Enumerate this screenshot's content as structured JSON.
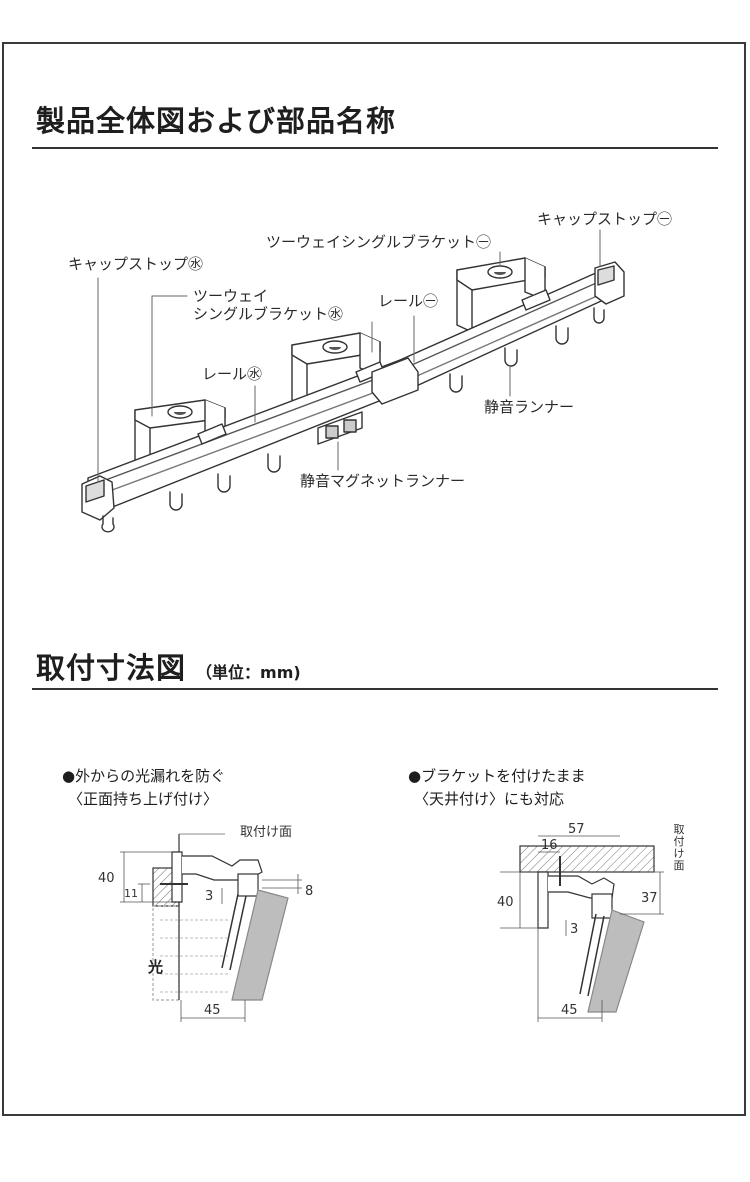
{
  "section1": {
    "title": "製品全体図および部品名称"
  },
  "parts": {
    "cap_stop_small": "キャップストップ㊀",
    "two_way_bracket_small": "ツーウェイシングルブラケット㊀",
    "cap_stop_large": "キャップストップ㊌",
    "two_way_bracket_large_line1": "ツーウェイ",
    "two_way_bracket_large_line2": "シングルブラケット㊌",
    "rail_small": "レール㊀",
    "rail_large": "レール㊌",
    "silent_runner": "静音ランナー",
    "silent_magnet_runner": "静音マグネットランナー"
  },
  "section2": {
    "title": "取付寸法図",
    "unit_note": "（単位：mm)"
  },
  "diagram_front": {
    "bullet_line1": "●外からの光漏れを防ぐ",
    "bullet_line2": "〈正面持ち上げ付け〉",
    "surface_label": "取付け面",
    "light_label": "光",
    "dim_40": "40",
    "dim_11": "11",
    "dim_3": "3",
    "dim_8": "8",
    "dim_45": "45"
  },
  "diagram_ceiling": {
    "bullet_line1": "●ブラケットを付けたまま",
    "bullet_line2": "〈天井付け〉にも対応",
    "surface_label": "取付け面",
    "dim_57": "57",
    "dim_16": "16",
    "dim_40": "40",
    "dim_37": "37",
    "dim_3": "3",
    "dim_45": "45"
  }
}
